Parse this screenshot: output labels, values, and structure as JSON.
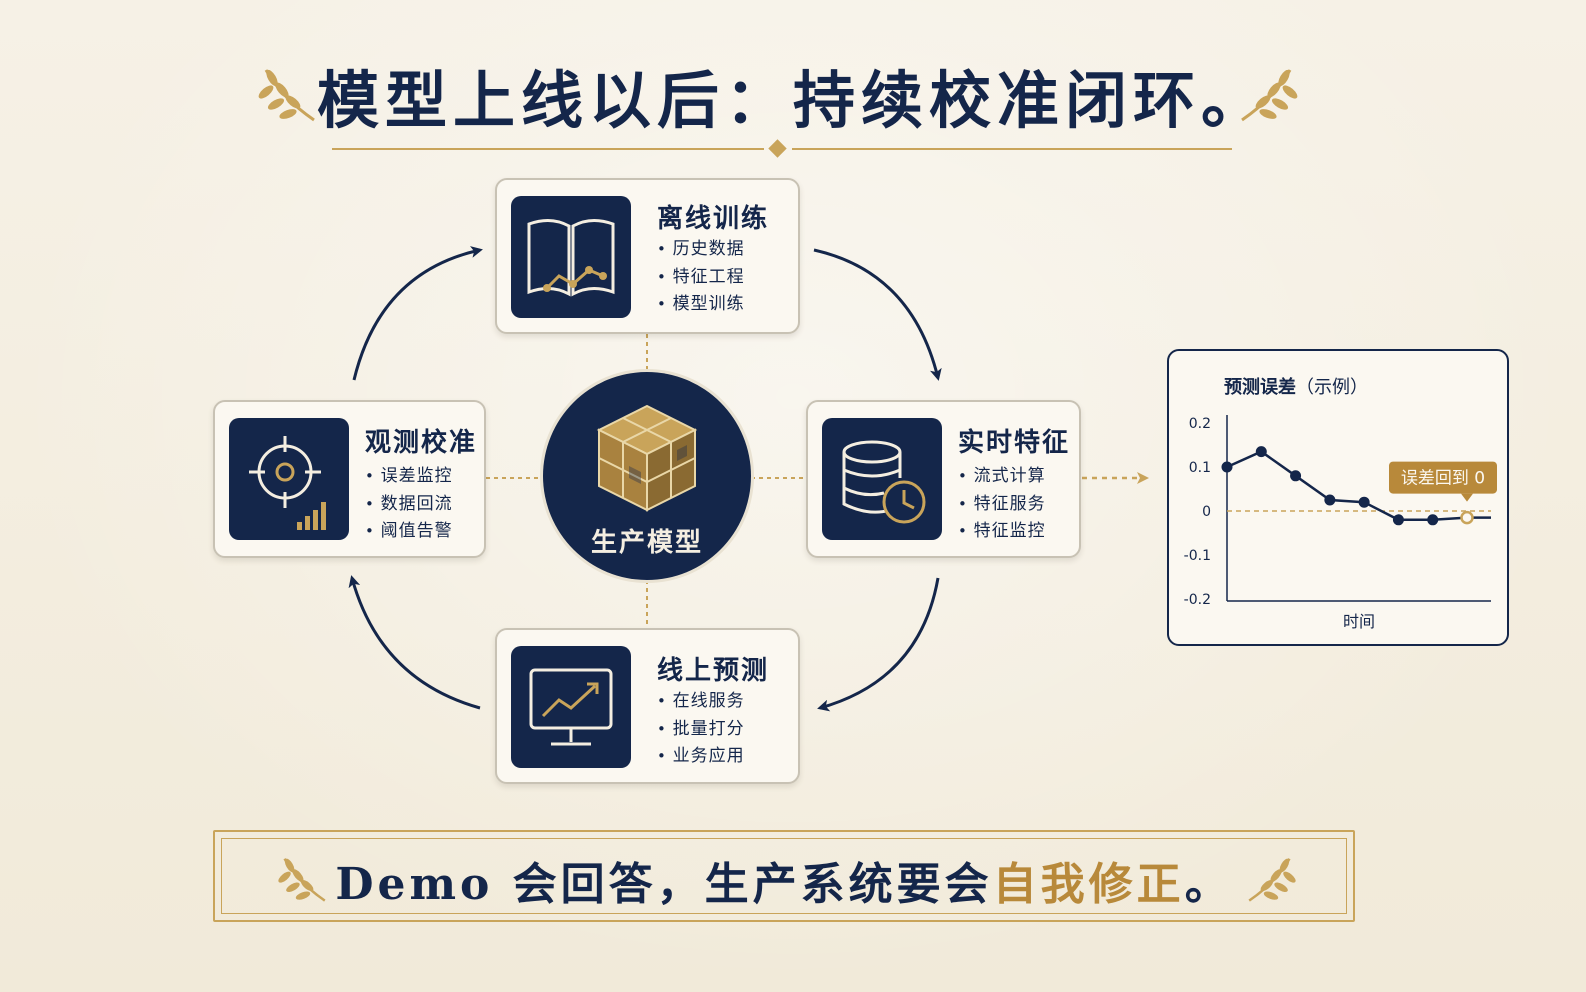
{
  "title": "模型上线以后：持续校准闭环。",
  "center": {
    "label": "生产模型"
  },
  "cards": {
    "offline": {
      "title": "离线训练",
      "items": [
        "历史数据",
        "特征工程",
        "模型训练"
      ],
      "icon": "book-chart-icon"
    },
    "realtime": {
      "title": "实时特征",
      "items": [
        "流式计算",
        "特征服务",
        "特征监控"
      ],
      "icon": "database-clock-icon"
    },
    "online": {
      "title": "线上预测",
      "items": [
        "在线服务",
        "批量打分",
        "业务应用"
      ],
      "icon": "monitor-chart-icon"
    },
    "observe": {
      "title": "观测校准",
      "items": [
        "误差监控",
        "数据回流",
        "阈值告警"
      ],
      "icon": "target-bars-icon"
    }
  },
  "chart_data": {
    "type": "line",
    "title": "预测误差",
    "subtitle": "（示例）",
    "xlabel": "时间",
    "ylabel": "",
    "yticks": [
      "0.2",
      "0.1",
      "0",
      "-0.1",
      "-0.2"
    ],
    "ylim": [
      -0.2,
      0.2
    ],
    "x": [
      0,
      1,
      2,
      3,
      4,
      5,
      6,
      7
    ],
    "values": [
      0.1,
      0.135,
      0.08,
      0.025,
      0.02,
      -0.02,
      -0.02,
      -0.015
    ],
    "reference_line": 0,
    "annotation": "误差回到 0",
    "colors": {
      "line": "#14264a",
      "reference": "#c9a45a",
      "annotation_bg": "#b8893a"
    }
  },
  "banner": {
    "prefix": "Demo 会回答，生产系统要会",
    "highlight": "自我修正",
    "suffix": "。"
  },
  "colors": {
    "navy": "#14264a",
    "gold": "#c9a45a",
    "paper": "#f4eee1"
  }
}
